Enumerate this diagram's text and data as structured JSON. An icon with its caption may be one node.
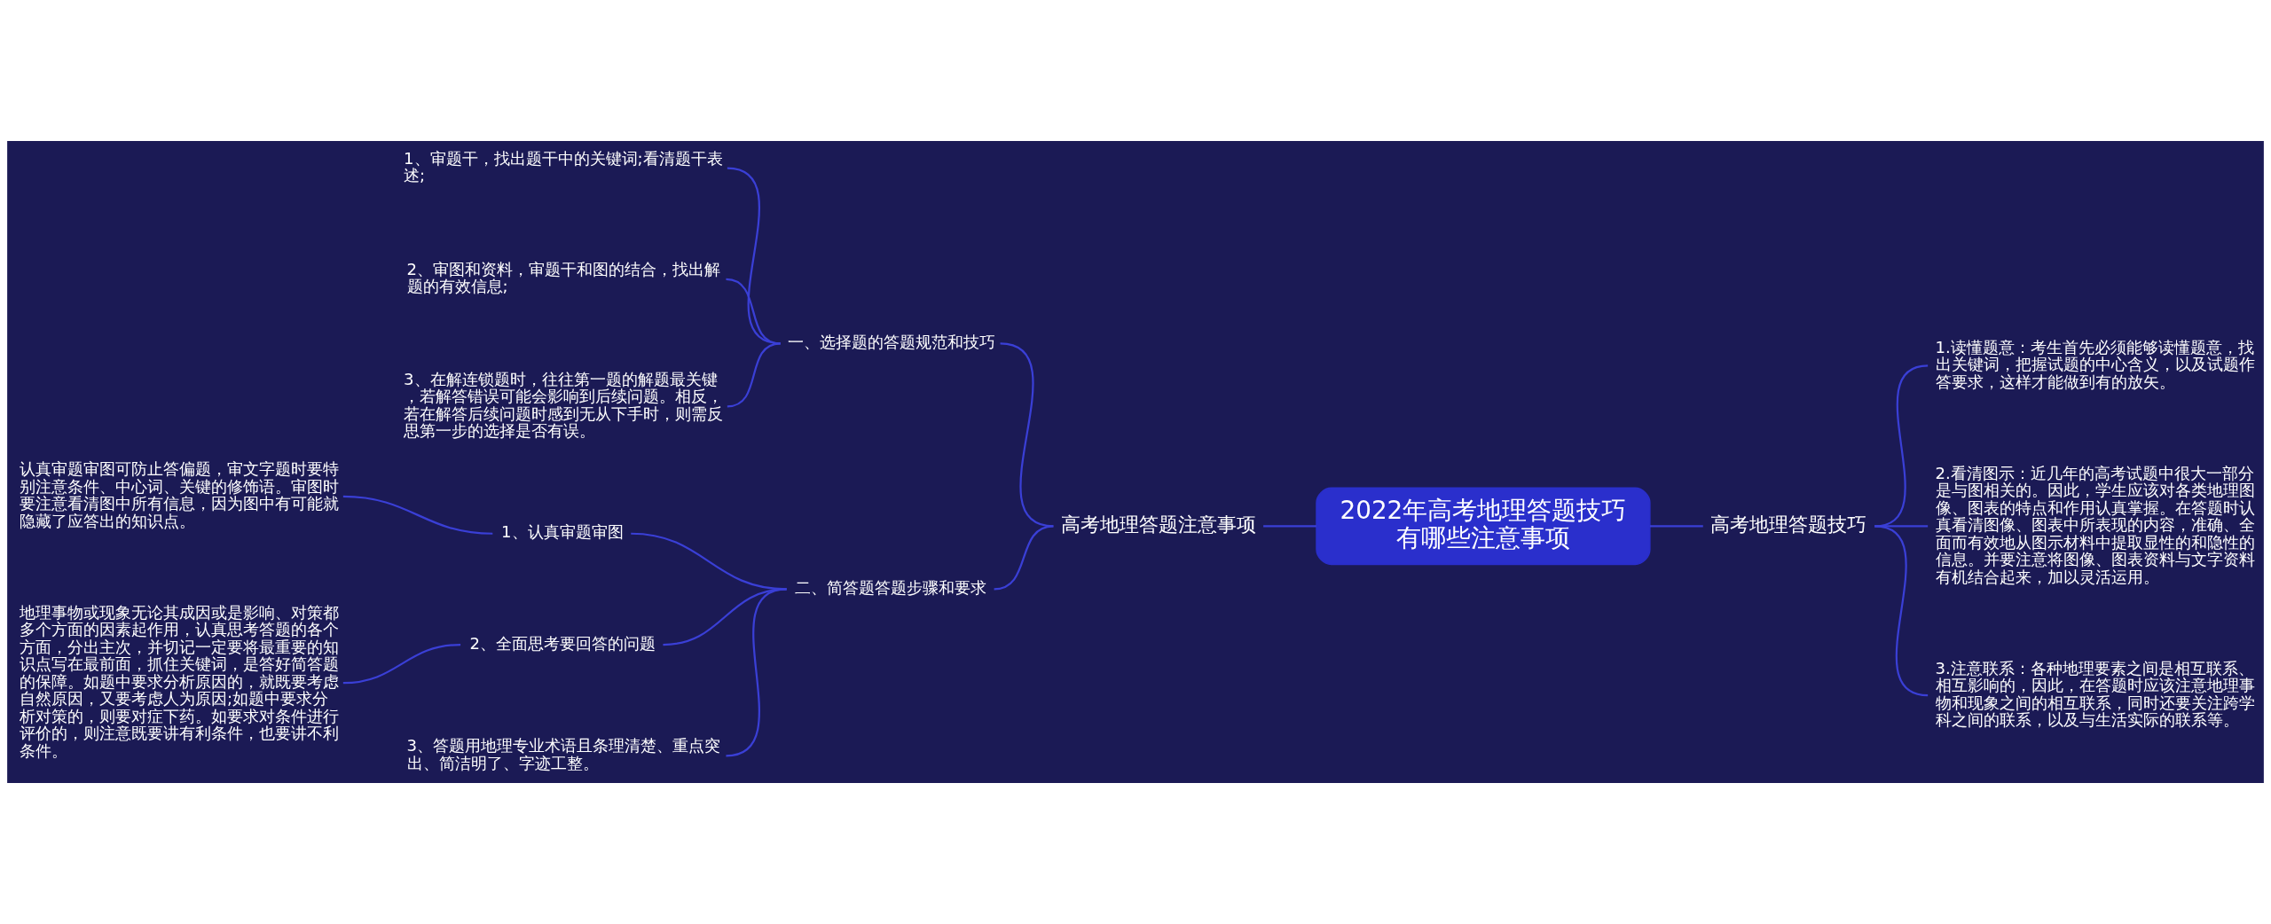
{
  "diagram": {
    "nodes": [
      {
        "text": [
          "2022年高考地理答题技巧有哪些注意事项"
        ]
      },
      {
        "text": [
          "高考地理答题注意事项"
        ]
      },
      {
        "text": [
          "一、选择题的答题规范和技巧"
        ]
      },
      {
        "text": [
          "1、审题干，找出题干中的关键词;看清题干表述;"
        ]
      },
      {
        "text": [
          "2、审图和资料，审题干和图的结合，找出解题的有效信息;"
        ]
      },
      {
        "text": [
          "3、在解连锁题时，往往第一题的解题最关键，若解答错误可能会影响到后续问题。相反，若在解答后续问题时感到无从下手时，则需反思第一步的选择是否有误。"
        ]
      },
      {
        "text": [
          "二、简答题答题步骤和要求"
        ]
      },
      {
        "text": [
          "1、认真审题审图"
        ]
      },
      {
        "text": [
          "认真审题审图可防止答偏题，审文字题时要特别注意条件、中心词、关键的修饰语。审图时要注意看清图中所有信息，因为图中有可能就隐藏了应答出的知识点。"
        ]
      },
      {
        "text": [
          "2、全面思考要回答的问题"
        ]
      },
      {
        "text": [
          "地理事物或现象无论其成因或是影响、对策都多个方面的因素起作用，认真思考答题的各个方面，分出主次，并切记一定要将最重要的知识点写在最前面，抓住关键词，是答好简答题的保障。如题中要求分析原因的，就既要考虑自然原因，又要考虑人为原因;如题中要求分析对策的，则要对症下药。如要求对条件进行评价的，则注意既要讲有利条件，也要讲不利条件。"
        ]
      },
      {
        "text": [
          "3、答题用地理专业术语且条理清楚、重点突出、简洁明了、字迹工整。"
        ]
      },
      {
        "text": [
          "高考地理答题技巧"
        ]
      },
      {
        "text": [
          "1.读懂题意：考生首先必须能够读懂题意，找出关键词，把握试题的中心含义，以及试题作答要求，这样才能做到有的放矢。"
        ]
      },
      {
        "text": [
          "2.看清图示：近几年的高考试题中很大一部分是与图相关的。因此，学生应该对各类地理图像、图表的特点和作用认真掌握。在答题时认真看清图像、图表中所表现的内容，准确、全面而有效地从图示材料中提取显性的和隐性的信息。并要注意将图像、图表资料与文字资料有机结合起来，加以灵活运用。"
        ]
      },
      {
        "text": [
          "3.注意联系：各种地理要素之间是相互联系、相互影响的，因此，在答题时应该注意地理事物和现象之间的相互联系，同时还要关注跨学科之间的联系，以及与生活实际的联系等。"
        ]
      }
    ],
    "edges": [
      {
        "from": 0,
        "to": 1,
        "arrow": "none"
      },
      {
        "from": 1,
        "to": 2,
        "arrow": "none"
      },
      {
        "from": 2,
        "to": 3,
        "arrow": "none"
      },
      {
        "from": 2,
        "to": 4,
        "arrow": "none"
      },
      {
        "from": 2,
        "to": 5,
        "arrow": "none"
      },
      {
        "from": 1,
        "to": 6,
        "arrow": "none"
      },
      {
        "from": 6,
        "to": 7,
        "arrow": "none"
      },
      {
        "from": 7,
        "to": 8,
        "arrow": "none"
      },
      {
        "from": 6,
        "to": 9,
        "arrow": "none"
      },
      {
        "from": 9,
        "to": 10,
        "arrow": "none"
      },
      {
        "from": 6,
        "to": 11,
        "arrow": "none"
      },
      {
        "from": 0,
        "to": 12,
        "arrow": "none"
      },
      {
        "from": 12,
        "to": 13,
        "arrow": "none"
      },
      {
        "from": 12,
        "to": 14,
        "arrow": "none"
      },
      {
        "from": 12,
        "to": 15,
        "arrow": "none"
      }
    ]
  }
}
